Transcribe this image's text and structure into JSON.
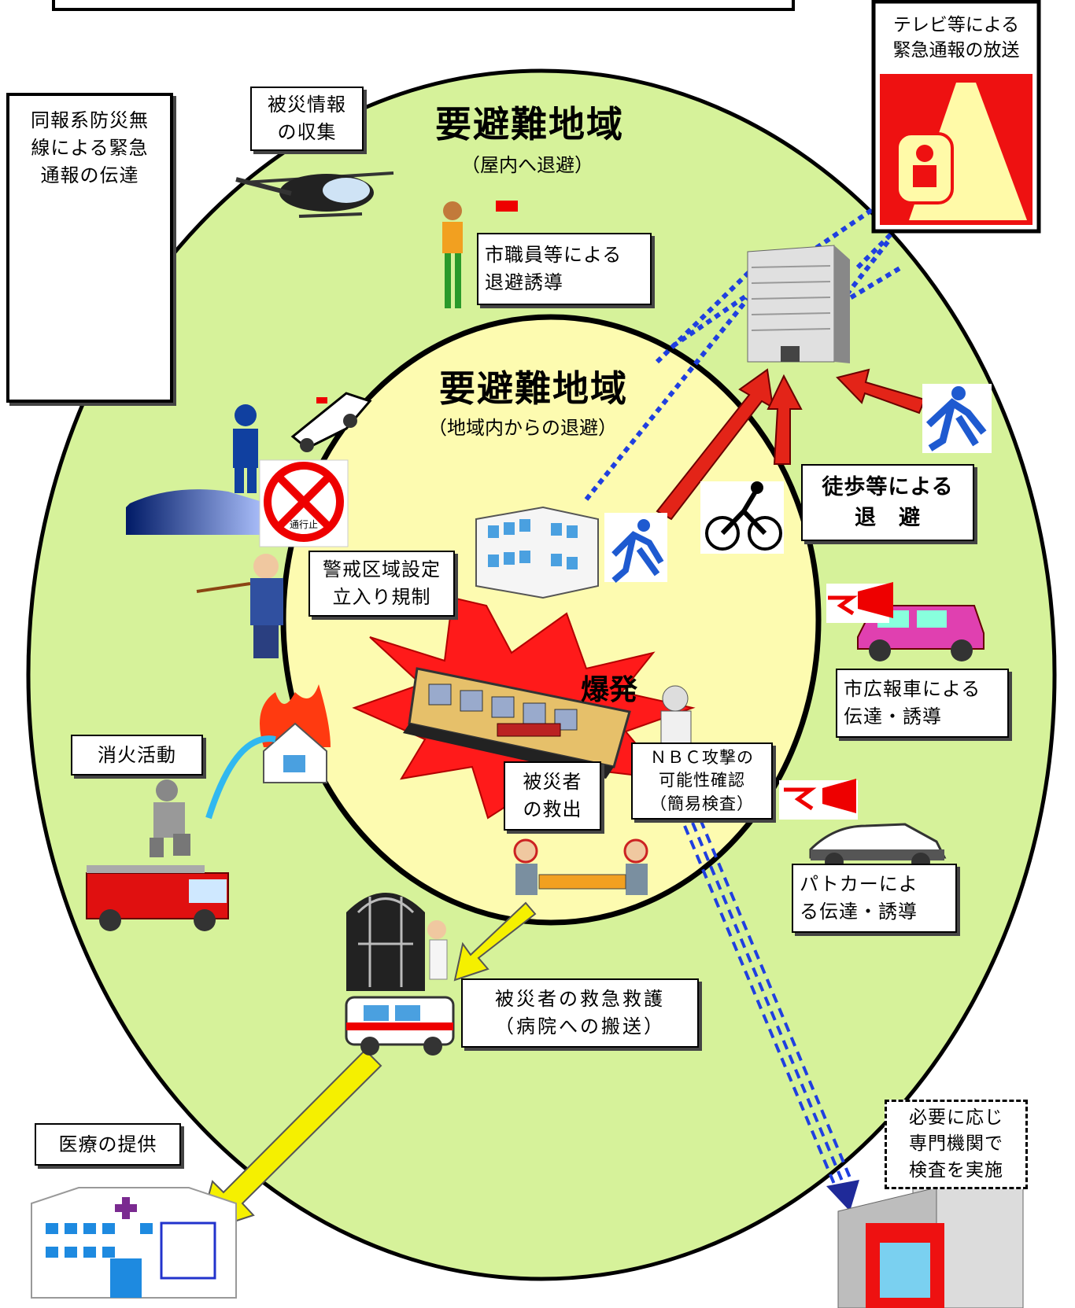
{
  "outer_zone": {
    "title": "要避難地域",
    "subtitle": "（屋内へ退避）"
  },
  "inner_zone": {
    "title": "要避難地域",
    "subtitle": "（地域内からの退避）"
  },
  "explosion_label": "爆発",
  "sign_label": "通行止",
  "boxes": {
    "tv_broadcast": [
      "テレビ等による",
      "緊急通報の放送"
    ],
    "radio": [
      "同報系防災無",
      "線による緊急",
      "通報の伝達"
    ],
    "heli": [
      "被災情報",
      "の収集"
    ],
    "staff": [
      "市職員等による",
      "退避誘導"
    ],
    "walk": [
      "徒歩等による",
      "退　避"
    ],
    "cordon": [
      "警戒区域設定",
      "立入り規制"
    ],
    "pr_car": [
      "市広報車による",
      "伝達・誘導"
    ],
    "fire": [
      "消火活動"
    ],
    "rescue": [
      "被災者",
      "の救出"
    ],
    "nbc": [
      "ＮＢＣ攻撃の",
      "可能性確認",
      "（簡易検査）"
    ],
    "patrol": [
      "パトカーによ",
      "る伝達・誘導"
    ],
    "ems": [
      "被災者の救急救護",
      "（病院への搬送）"
    ],
    "medical": [
      "医療の提供"
    ],
    "specialist": [
      "必要に応じ",
      "専門機関で",
      "検査を実施"
    ]
  },
  "colors": {
    "outer_zone": "#d6f29a",
    "inner_zone": "#fdfbb0",
    "arrow_red": "#e32418",
    "arrow_yellow": "#f5f000",
    "dots_blue": "#1f3fe0",
    "tv_red": "#ee1111"
  }
}
